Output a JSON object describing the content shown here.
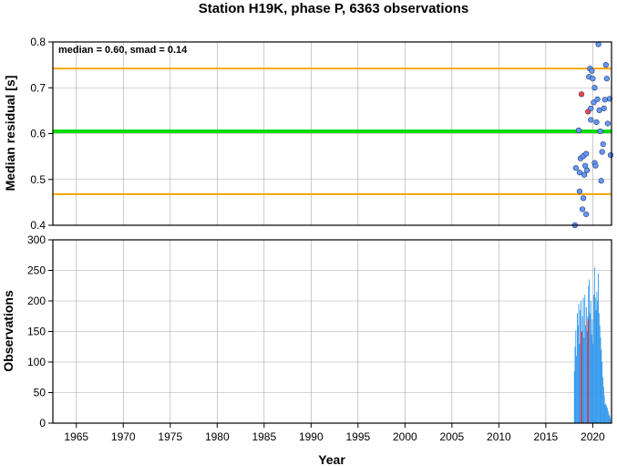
{
  "chart_data": [
    {
      "type": "scatter",
      "title": "Station H19K, phase P, 6363 observations",
      "ylabel": "Median residual [s]",
      "xlim": [
        1962.5,
        2022
      ],
      "ylim": [
        0.4,
        0.8
      ],
      "yticks": [
        0.4,
        0.5,
        0.6,
        0.7,
        0.8
      ],
      "ytick_labels": [
        "0.4",
        "0.5",
        "0.6",
        "0.7",
        "0.8"
      ],
      "grid": true,
      "annotation": "median = 0.60, smad = 0.14",
      "reference_lines": [
        {
          "y": 0.742,
          "color": "#ffa500"
        },
        {
          "y": 0.605,
          "color": "#00dd00"
        },
        {
          "y": 0.468,
          "color": "#ffa500"
        }
      ],
      "colors": {
        "normal": "#6699ff",
        "flagged": "#ff4444"
      },
      "points": [
        {
          "x": 2018.1,
          "y": 0.4,
          "flag": false
        },
        {
          "x": 2018.2,
          "y": 0.525,
          "flag": false
        },
        {
          "x": 2018.5,
          "y": 0.607,
          "flag": false
        },
        {
          "x": 2018.6,
          "y": 0.515,
          "flag": false
        },
        {
          "x": 2018.6,
          "y": 0.474,
          "flag": false
        },
        {
          "x": 2018.7,
          "y": 0.546,
          "flag": false
        },
        {
          "x": 2018.8,
          "y": 0.686,
          "flag": true
        },
        {
          "x": 2018.9,
          "y": 0.435,
          "flag": false
        },
        {
          "x": 2019.0,
          "y": 0.551,
          "flag": false
        },
        {
          "x": 2019.0,
          "y": 0.459,
          "flag": false
        },
        {
          "x": 2019.1,
          "y": 0.51,
          "flag": false
        },
        {
          "x": 2019.2,
          "y": 0.53,
          "flag": false
        },
        {
          "x": 2019.3,
          "y": 0.556,
          "flag": false
        },
        {
          "x": 2019.3,
          "y": 0.424,
          "flag": false
        },
        {
          "x": 2019.4,
          "y": 0.52,
          "flag": false
        },
        {
          "x": 2019.5,
          "y": 0.648,
          "flag": true
        },
        {
          "x": 2019.6,
          "y": 0.724,
          "flag": false
        },
        {
          "x": 2019.7,
          "y": 0.742,
          "flag": false
        },
        {
          "x": 2019.8,
          "y": 0.655,
          "flag": false
        },
        {
          "x": 2019.8,
          "y": 0.63,
          "flag": false
        },
        {
          "x": 2019.9,
          "y": 0.737,
          "flag": false
        },
        {
          "x": 2020.0,
          "y": 0.72,
          "flag": false
        },
        {
          "x": 2020.1,
          "y": 0.668,
          "flag": false
        },
        {
          "x": 2020.2,
          "y": 0.7,
          "flag": false
        },
        {
          "x": 2020.2,
          "y": 0.536,
          "flag": false
        },
        {
          "x": 2020.3,
          "y": 0.53,
          "flag": false
        },
        {
          "x": 2020.4,
          "y": 0.625,
          "flag": false
        },
        {
          "x": 2020.5,
          "y": 0.675,
          "flag": false
        },
        {
          "x": 2020.6,
          "y": 0.795,
          "flag": false
        },
        {
          "x": 2020.7,
          "y": 0.651,
          "flag": false
        },
        {
          "x": 2020.8,
          "y": 0.605,
          "flag": false
        },
        {
          "x": 2020.9,
          "y": 0.497,
          "flag": false
        },
        {
          "x": 2021.0,
          "y": 0.56,
          "flag": false
        },
        {
          "x": 2021.1,
          "y": 0.577,
          "flag": false
        },
        {
          "x": 2021.2,
          "y": 0.655,
          "flag": false
        },
        {
          "x": 2021.3,
          "y": 0.674,
          "flag": false
        },
        {
          "x": 2021.4,
          "y": 0.75,
          "flag": false
        },
        {
          "x": 2021.5,
          "y": 0.72,
          "flag": false
        },
        {
          "x": 2021.6,
          "y": 0.622,
          "flag": false
        },
        {
          "x": 2021.8,
          "y": 0.676,
          "flag": false
        },
        {
          "x": 2021.9,
          "y": 0.553,
          "flag": false
        }
      ]
    },
    {
      "type": "bar",
      "xlabel": "Year",
      "ylabel": "Observations",
      "xlim": [
        1962.5,
        2022
      ],
      "ylim": [
        0,
        300
      ],
      "yticks": [
        0,
        50,
        100,
        150,
        200,
        250,
        300
      ],
      "ytick_labels": [
        "0",
        "50",
        "100",
        "150",
        "200",
        "250",
        "300"
      ],
      "xticks": [
        1965,
        1970,
        1975,
        1980,
        1985,
        1990,
        1995,
        2000,
        2005,
        2010,
        2015,
        2020
      ],
      "xtick_labels": [
        "1965",
        "1970",
        "1975",
        "1980",
        "1985",
        "1990",
        "1995",
        "2000",
        "2005",
        "2010",
        "2015",
        "2020"
      ],
      "grid": true,
      "colors": {
        "normal": "#3399ee",
        "flagged": "#dd3344"
      },
      "bars": [
        {
          "x": 2018.05,
          "v": 85
        },
        {
          "x": 2018.12,
          "v": 125
        },
        {
          "x": 2018.2,
          "v": 152
        },
        {
          "x": 2018.28,
          "v": 110
        },
        {
          "x": 2018.36,
          "v": 180
        },
        {
          "x": 2018.44,
          "v": 160
        },
        {
          "x": 2018.52,
          "v": 195
        },
        {
          "x": 2018.6,
          "v": 130
        },
        {
          "x": 2018.68,
          "v": 185
        },
        {
          "x": 2018.76,
          "v": 200
        },
        {
          "x": 2018.84,
          "v": 120
        },
        {
          "x": 2018.92,
          "v": 175
        },
        {
          "x": 2019.0,
          "v": 205
        },
        {
          "x": 2019.08,
          "v": 140
        },
        {
          "x": 2019.16,
          "v": 210
        },
        {
          "x": 2019.24,
          "v": 160
        },
        {
          "x": 2019.32,
          "v": 190
        },
        {
          "x": 2019.4,
          "v": 150
        },
        {
          "x": 2019.48,
          "v": 175
        },
        {
          "x": 2019.56,
          "v": 225
        },
        {
          "x": 2019.64,
          "v": 235
        },
        {
          "x": 2019.72,
          "v": 180
        },
        {
          "x": 2019.8,
          "v": 200
        },
        {
          "x": 2019.88,
          "v": 145
        },
        {
          "x": 2019.96,
          "v": 170
        },
        {
          "x": 2020.04,
          "v": 130
        },
        {
          "x": 2020.12,
          "v": 210
        },
        {
          "x": 2020.2,
          "v": 255
        },
        {
          "x": 2020.28,
          "v": 205
        },
        {
          "x": 2020.36,
          "v": 185
        },
        {
          "x": 2020.44,
          "v": 215
        },
        {
          "x": 2020.52,
          "v": 200
        },
        {
          "x": 2020.6,
          "v": 245
        },
        {
          "x": 2020.68,
          "v": 180
        },
        {
          "x": 2020.76,
          "v": 160
        },
        {
          "x": 2020.84,
          "v": 140
        },
        {
          "x": 2020.92,
          "v": 120
        },
        {
          "x": 2021.0,
          "v": 100
        },
        {
          "x": 2021.08,
          "v": 75
        },
        {
          "x": 2021.16,
          "v": 60
        },
        {
          "x": 2021.24,
          "v": 45
        },
        {
          "x": 2021.32,
          "v": 30
        },
        {
          "x": 2021.4,
          "v": 32
        },
        {
          "x": 2021.48,
          "v": 28
        },
        {
          "x": 2021.56,
          "v": 25
        },
        {
          "x": 2021.64,
          "v": 20
        },
        {
          "x": 2021.72,
          "v": 15
        },
        {
          "x": 2021.8,
          "v": 12
        },
        {
          "x": 2021.88,
          "v": 8
        }
      ],
      "flagged_bars": [
        {
          "x": 2018.8,
          "v": 150
        },
        {
          "x": 2019.5,
          "v": 170
        }
      ]
    }
  ]
}
